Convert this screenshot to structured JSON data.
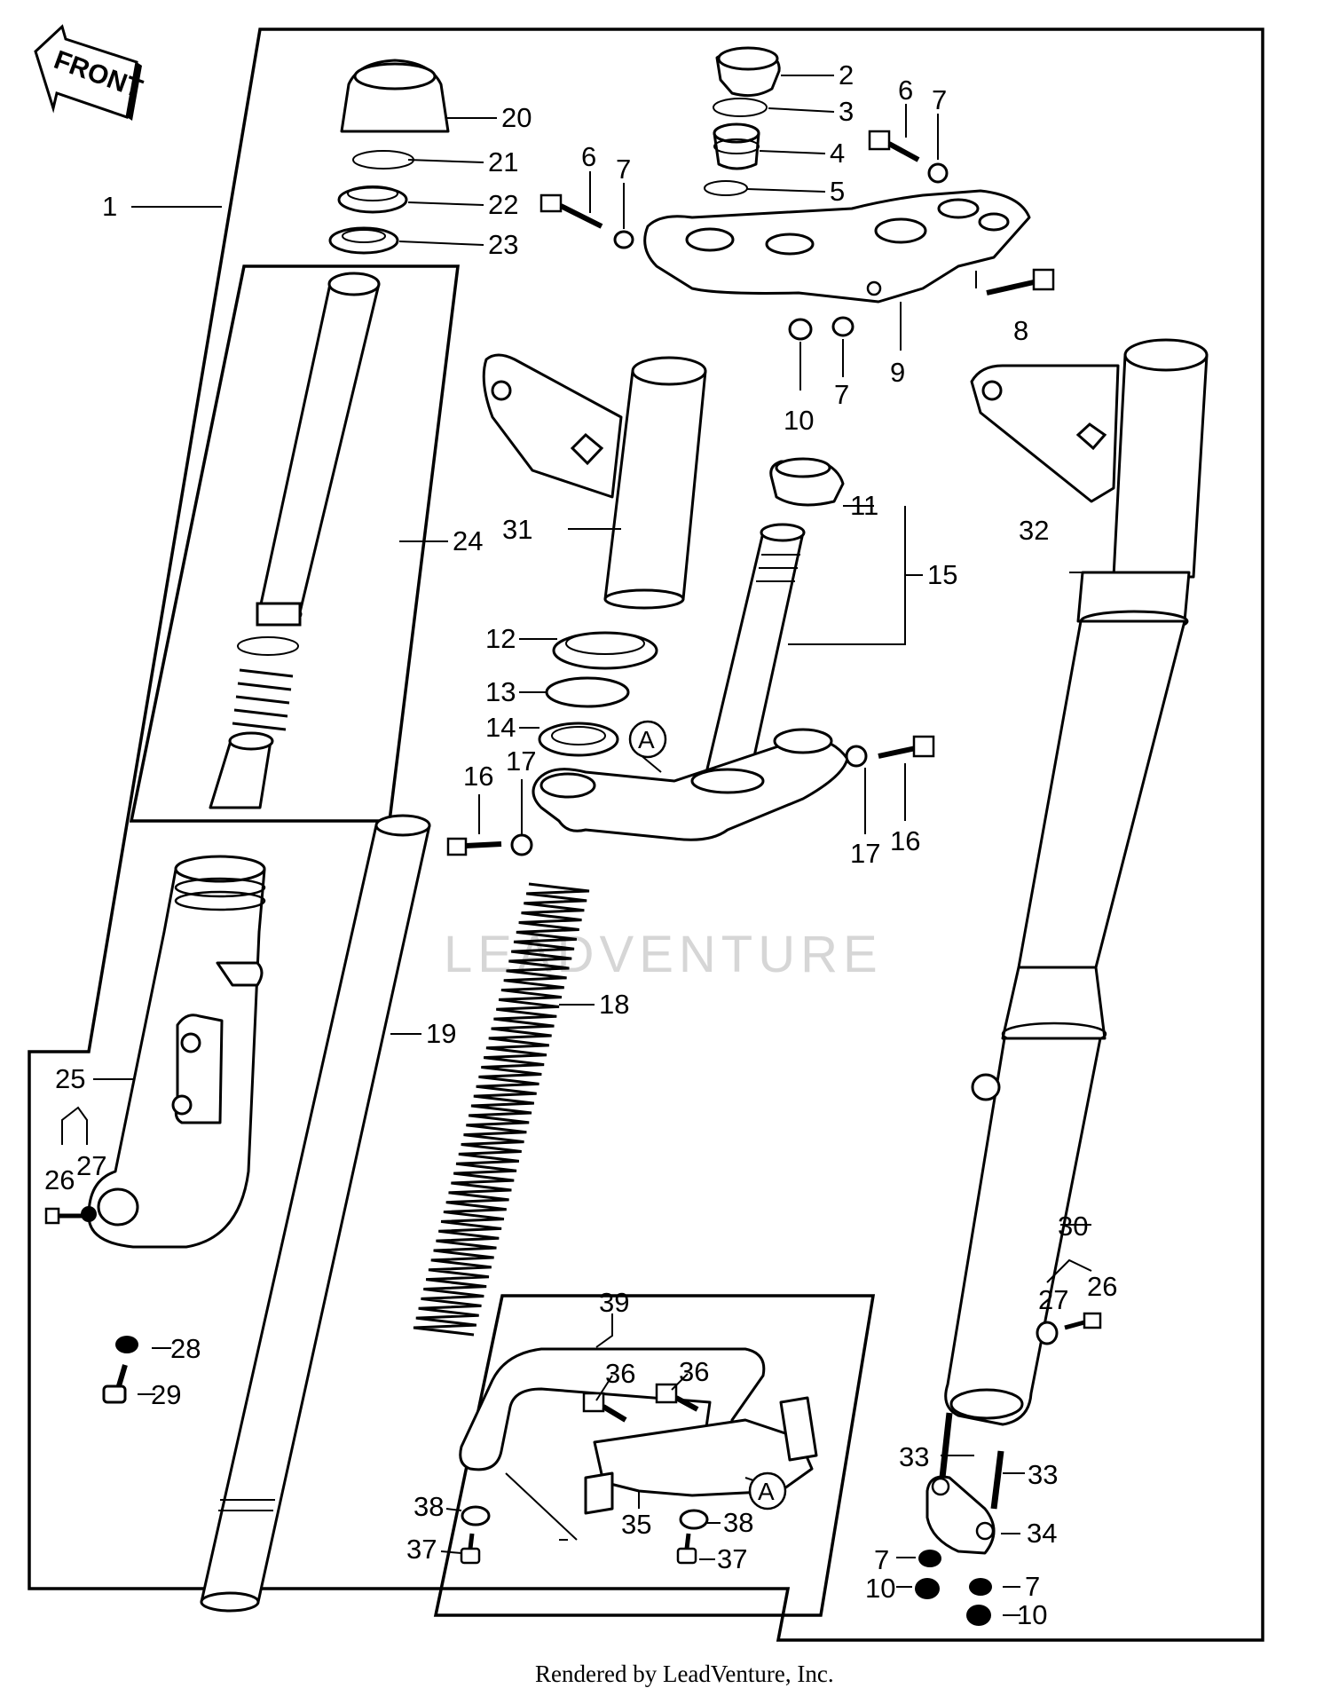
{
  "front_arrow": {
    "label": "FRONT"
  },
  "watermark": "LEADVENTURE",
  "footer": "Rendered by LeadVenture, Inc.",
  "callouts": {
    "p1": "1",
    "p2": "2",
    "p3": "3",
    "p4": "4",
    "p5": "5",
    "p6a": "6",
    "p6b": "6",
    "p7a": "7",
    "p7b": "7",
    "p7c": "7",
    "p7d": "7",
    "p7e": "7",
    "p8": "8",
    "p9": "9",
    "p10a": "10",
    "p10b": "10",
    "p10c": "10",
    "p11": "11",
    "p12": "12",
    "p13": "13",
    "p14": "14",
    "p15": "15",
    "p16a": "16",
    "p16b": "16",
    "p17a": "17",
    "p17b": "17",
    "p18": "18",
    "p19": "19",
    "p20": "20",
    "p21": "21",
    "p22": "22",
    "p23": "23",
    "p24": "24",
    "p25": "25",
    "p26a": "26",
    "p26b": "26",
    "p27a": "27",
    "p27b": "27",
    "p28": "28",
    "p29": "29",
    "p30": "30",
    "p31": "31",
    "p32": "32",
    "p33a": "33",
    "p33b": "33",
    "p34": "34",
    "p35": "35",
    "p36a": "36",
    "p36b": "36",
    "p37a": "37",
    "p37b": "37",
    "p38a": "38",
    "p38b": "38",
    "p39": "39",
    "refA1": "A",
    "refA2": "A"
  }
}
